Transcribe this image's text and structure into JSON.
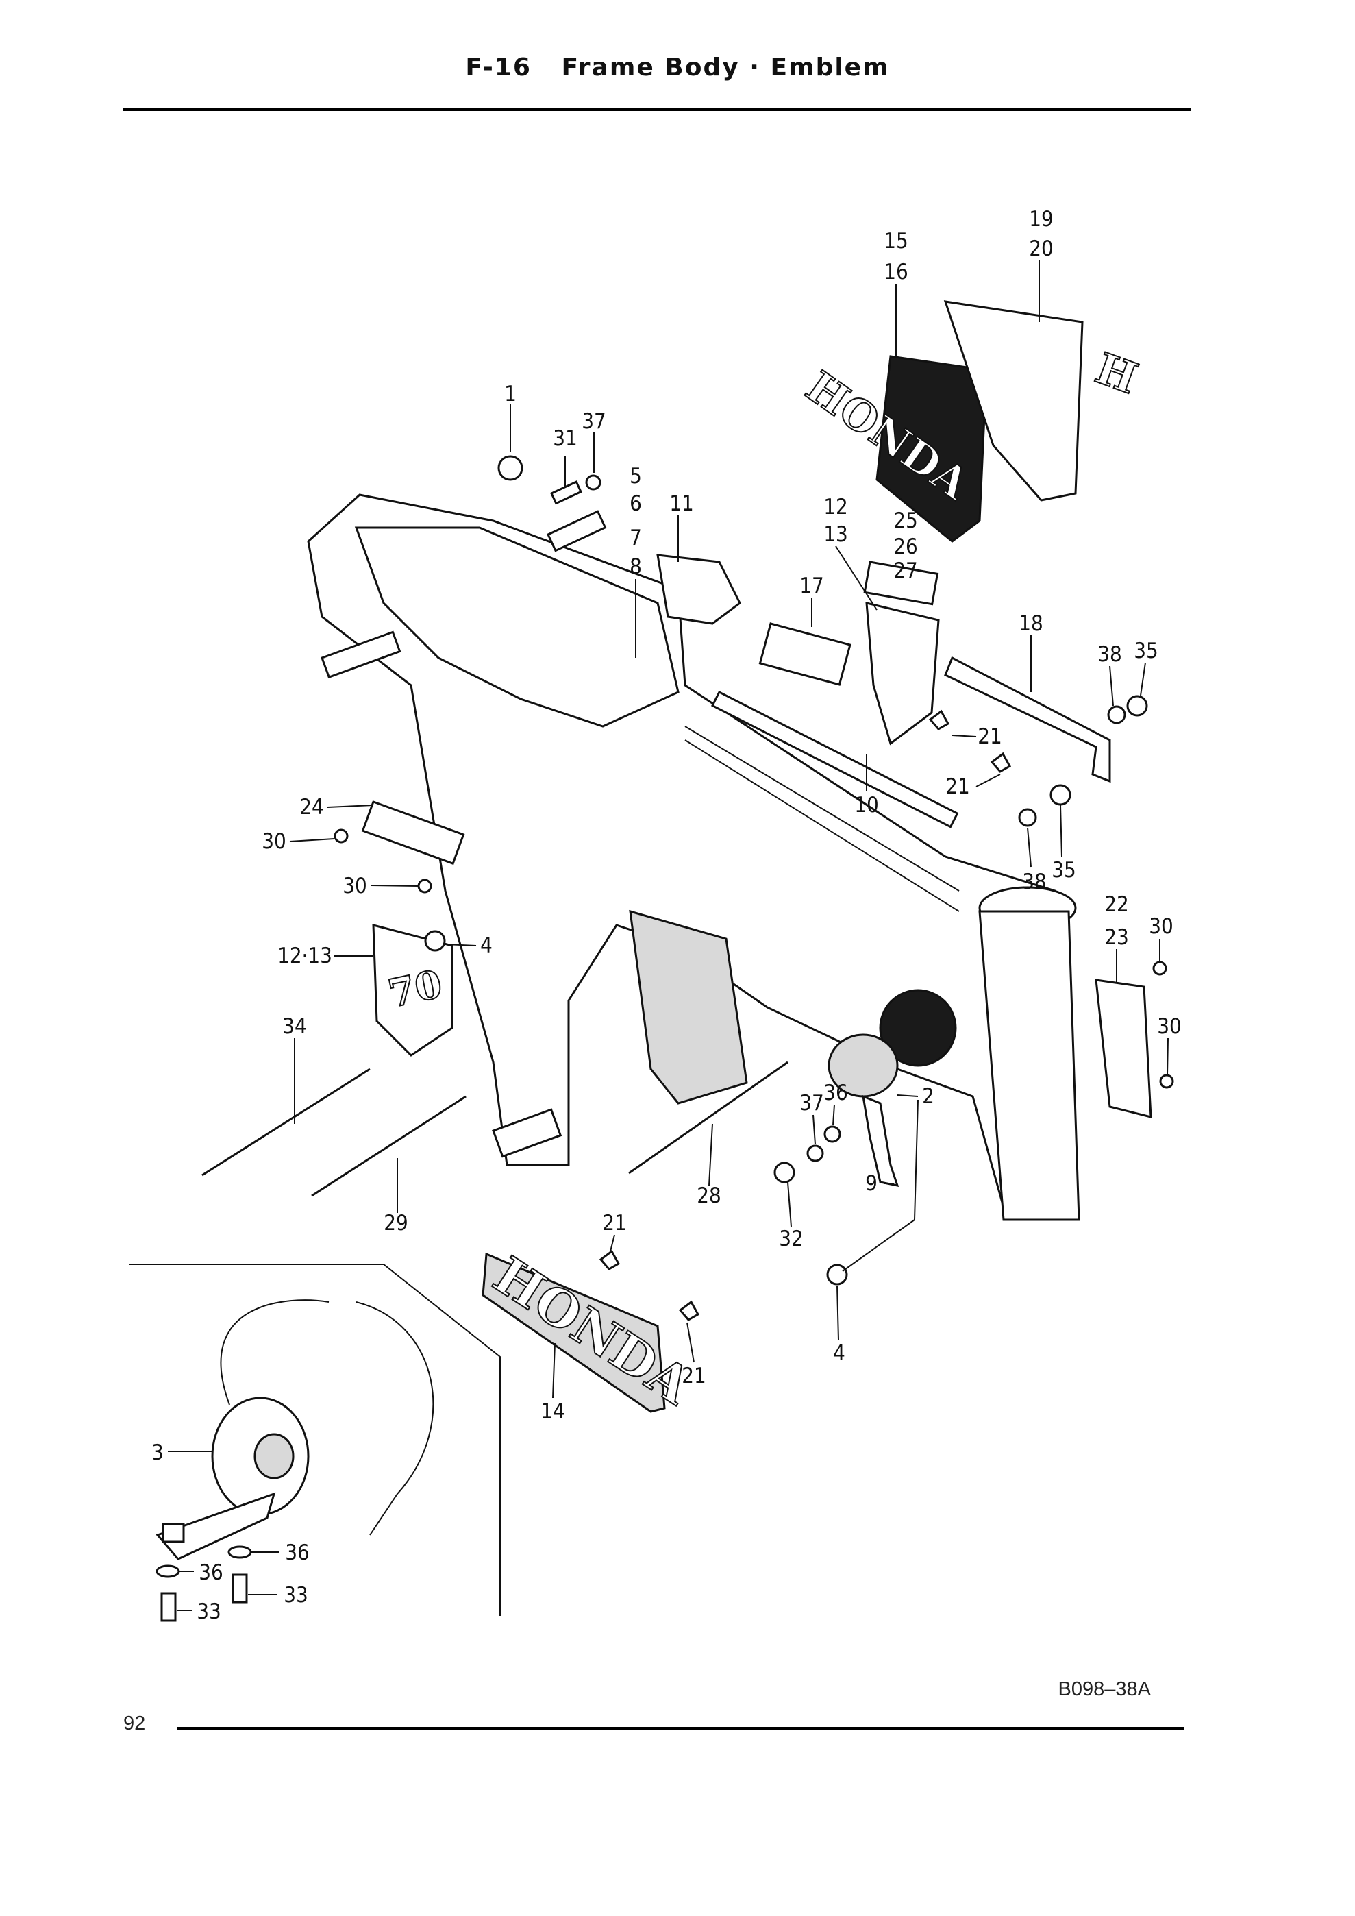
{
  "header": {
    "title": "F-16   Frame Body · Emblem"
  },
  "footer": {
    "reference_code": "B098–38A",
    "page_number": "92"
  },
  "emblem": {
    "brand_text": "HONDA",
    "badge_text": "70"
  },
  "callouts": [
    {
      "id": "c1",
      "label": "1"
    },
    {
      "id": "c31",
      "label": "31"
    },
    {
      "id": "c37a",
      "label": "37"
    },
    {
      "id": "c5",
      "label": "5"
    },
    {
      "id": "c6",
      "label": "6"
    },
    {
      "id": "c7",
      "label": "7"
    },
    {
      "id": "c8",
      "label": "8"
    },
    {
      "id": "c11",
      "label": "11"
    },
    {
      "id": "c15",
      "label": "15"
    },
    {
      "id": "c16",
      "label": "16"
    },
    {
      "id": "c19",
      "label": "19"
    },
    {
      "id": "c20",
      "label": "20"
    },
    {
      "id": "c12a",
      "label": "12"
    },
    {
      "id": "c13a",
      "label": "13"
    },
    {
      "id": "c25",
      "label": "25"
    },
    {
      "id": "c26",
      "label": "26"
    },
    {
      "id": "c27",
      "label": "27"
    },
    {
      "id": "c17",
      "label": "17"
    },
    {
      "id": "c18",
      "label": "18"
    },
    {
      "id": "c38a",
      "label": "38"
    },
    {
      "id": "c35a",
      "label": "35"
    },
    {
      "id": "c21a",
      "label": "21"
    },
    {
      "id": "c21b",
      "label": "21"
    },
    {
      "id": "c10",
      "label": "10"
    },
    {
      "id": "c38b",
      "label": "38"
    },
    {
      "id": "c35b",
      "label": "35"
    },
    {
      "id": "c24",
      "label": "24"
    },
    {
      "id": "c30a",
      "label": "30"
    },
    {
      "id": "c30b",
      "label": "30"
    },
    {
      "id": "c4a",
      "label": "4"
    },
    {
      "id": "c1213",
      "label": "12·13"
    },
    {
      "id": "c22",
      "label": "22"
    },
    {
      "id": "c23",
      "label": "23"
    },
    {
      "id": "c30c",
      "label": "30"
    },
    {
      "id": "c30d",
      "label": "30"
    },
    {
      "id": "c34",
      "label": "34"
    },
    {
      "id": "c29",
      "label": "29"
    },
    {
      "id": "c28",
      "label": "28"
    },
    {
      "id": "c37b",
      "label": "37"
    },
    {
      "id": "c36a",
      "label": "36"
    },
    {
      "id": "c2",
      "label": "2"
    },
    {
      "id": "c9",
      "label": "9"
    },
    {
      "id": "c32",
      "label": "32"
    },
    {
      "id": "c21c",
      "label": "21"
    },
    {
      "id": "c4b",
      "label": "4"
    },
    {
      "id": "c14",
      "label": "14"
    },
    {
      "id": "c21d",
      "label": "21"
    },
    {
      "id": "c3",
      "label": "3"
    },
    {
      "id": "c36b",
      "label": "36"
    },
    {
      "id": "c36c",
      "label": "36"
    },
    {
      "id": "c33a",
      "label": "33"
    },
    {
      "id": "c33b",
      "label": "33"
    }
  ]
}
